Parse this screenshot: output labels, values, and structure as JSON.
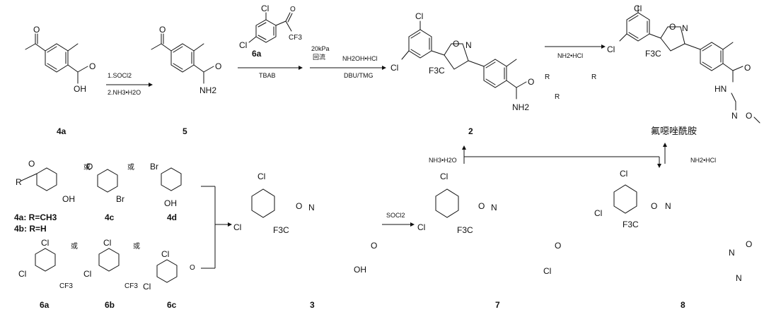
{
  "compounds": {
    "c4a": "4a",
    "c5": "5",
    "c2": "2",
    "c3": "3",
    "c7": "7",
    "c8": "8",
    "c6a_top": "6a",
    "c4d": "4d",
    "c4c": "4c",
    "c6a": "6a",
    "c6b": "6b",
    "c6c": "6c",
    "c4a_def": "4a: R=CH3",
    "c4b_def": "4b: R=H"
  },
  "conditions": {
    "step1_a": "1.SOCl2",
    "step1_b": "2.NH3•H2O",
    "step2": "TBAB",
    "step3_a": "20kPa",
    "step3_b": "回流",
    "step3_c": "NH2OH•HCl",
    "step3_d": "DBU/TMG",
    "step4_a": "NH2•HCl",
    "acid_chloride": "SOCl2",
    "ammonia": "NH3•H2O",
    "amine_hcl": "NH2•HCl"
  },
  "labels": {
    "product_name": "氟噁唑酰胺",
    "or": "或"
  },
  "atoms": {
    "Cl": "Cl",
    "O": "O",
    "N": "N",
    "OH": "OH",
    "NH2": "NH2",
    "CF3": "CF3",
    "F3C": "F3C",
    "R": "R",
    "Br": "Br",
    "HN": "HN"
  }
}
